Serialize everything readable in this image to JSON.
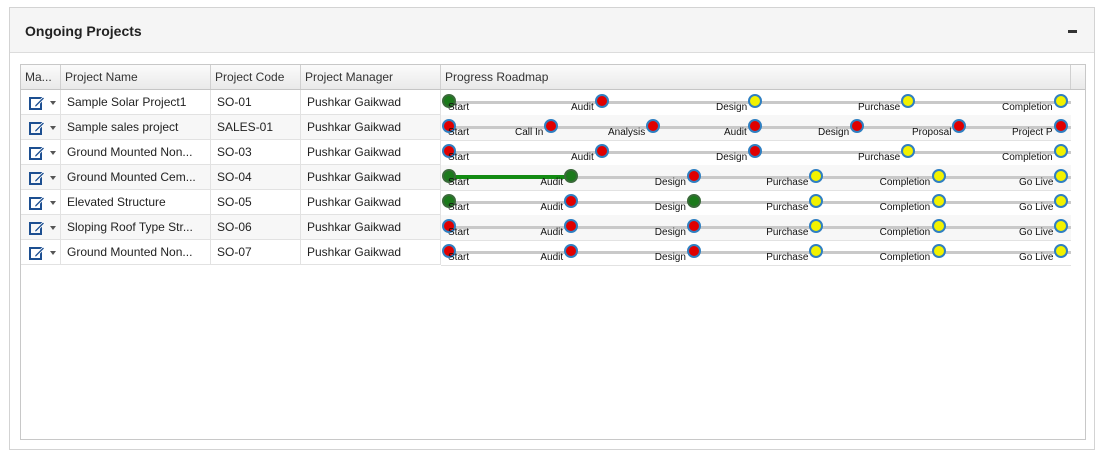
{
  "panel": {
    "title": "Ongoing Projects"
  },
  "grid": {
    "columns": [
      "Ma...",
      "Project Name",
      "Project Code",
      "Project Manager",
      "Progress Roadmap"
    ],
    "rows": [
      {
        "name": "Sample Solar Project1",
        "code": "SO-01",
        "manager": "Pushkar Gaikwad",
        "stages": [
          {
            "label": "Start",
            "status": "green"
          },
          {
            "label": "Audit",
            "status": "red"
          },
          {
            "label": "Design",
            "status": "yellow"
          },
          {
            "label": "Purchase",
            "status": "yellow"
          },
          {
            "label": "Completion",
            "status": "yellow"
          }
        ]
      },
      {
        "name": "Sample sales project",
        "code": "SALES-01",
        "manager": "Pushkar Gaikwad",
        "stages": [
          {
            "label": "Start",
            "status": "red"
          },
          {
            "label": "Call In",
            "status": "red"
          },
          {
            "label": "Analysis",
            "status": "red"
          },
          {
            "label": "Audit",
            "status": "red"
          },
          {
            "label": "Design",
            "status": "red"
          },
          {
            "label": "Proposal",
            "status": "red"
          },
          {
            "label": "Project P",
            "status": "red"
          }
        ]
      },
      {
        "name": "Ground Mounted Non...",
        "code": "SO-03",
        "manager": "Pushkar Gaikwad",
        "stages": [
          {
            "label": "Start",
            "status": "red"
          },
          {
            "label": "Audit",
            "status": "red"
          },
          {
            "label": "Design",
            "status": "red"
          },
          {
            "label": "Purchase",
            "status": "yellow"
          },
          {
            "label": "Completion",
            "status": "yellow"
          }
        ]
      },
      {
        "name": "Ground Mounted Cem...",
        "code": "SO-04",
        "manager": "Pushkar Gaikwad",
        "stages": [
          {
            "label": "Start",
            "status": "green"
          },
          {
            "label": "Audit",
            "status": "green"
          },
          {
            "label": "Design",
            "status": "red"
          },
          {
            "label": "Purchase",
            "status": "yellow"
          },
          {
            "label": "Completion",
            "status": "yellow"
          },
          {
            "label": "Go Live",
            "status": "yellow"
          }
        ]
      },
      {
        "name": "Elevated Structure",
        "code": "SO-05",
        "manager": "Pushkar Gaikwad",
        "stages": [
          {
            "label": "Start",
            "status": "green"
          },
          {
            "label": "Audit",
            "status": "red"
          },
          {
            "label": "Design",
            "status": "green"
          },
          {
            "label": "Purchase",
            "status": "yellow"
          },
          {
            "label": "Completion",
            "status": "yellow"
          },
          {
            "label": "Go Live",
            "status": "yellow"
          }
        ]
      },
      {
        "name": "Sloping Roof Type Str...",
        "code": "SO-06",
        "manager": "Pushkar Gaikwad",
        "stages": [
          {
            "label": "Start",
            "status": "red"
          },
          {
            "label": "Audit",
            "status": "red"
          },
          {
            "label": "Design",
            "status": "red"
          },
          {
            "label": "Purchase",
            "status": "yellow"
          },
          {
            "label": "Completion",
            "status": "yellow"
          },
          {
            "label": "Go Live",
            "status": "yellow"
          }
        ]
      },
      {
        "name": "Ground Mounted Non...",
        "code": "SO-07",
        "manager": "Pushkar Gaikwad",
        "stages": [
          {
            "label": "Start",
            "status": "red"
          },
          {
            "label": "Audit",
            "status": "red"
          },
          {
            "label": "Design",
            "status": "red"
          },
          {
            "label": "Purchase",
            "status": "yellow"
          },
          {
            "label": "Completion",
            "status": "yellow"
          },
          {
            "label": "Go Live",
            "status": "yellow"
          }
        ]
      }
    ]
  },
  "colors": {
    "red": "#e00000",
    "yellow": "#f2f200",
    "green": "#1b7a1b",
    "progress_bar": "#138b13"
  },
  "icons": {
    "row_action": "edit-icon",
    "row_menu": "caret-down-icon",
    "panel_toggle": "minus-icon"
  }
}
